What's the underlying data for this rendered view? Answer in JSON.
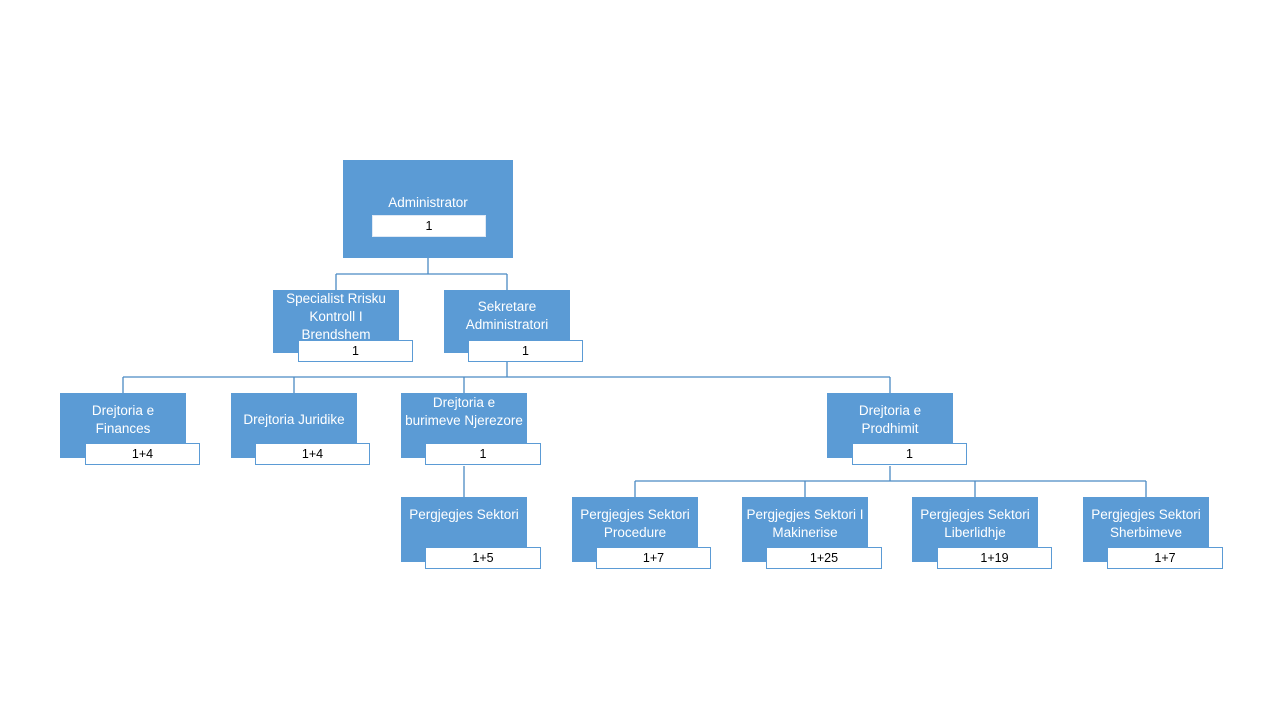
{
  "colors": {
    "box_fill": "#5b9bd5",
    "connector": "#4a8ac4",
    "count_bg": "#ffffff",
    "box_text": "#ffffff"
  },
  "nodes": [
    {
      "id": "administrator",
      "label": "Administrator",
      "count": "1"
    },
    {
      "id": "specialist",
      "label": "Specialist Rrisku Kontroll I Brendshem",
      "count": "1"
    },
    {
      "id": "sekretare",
      "label": "Sekretare Administratori",
      "count": "1"
    },
    {
      "id": "finances",
      "label": "Drejtoria e Finances",
      "count": "1+4"
    },
    {
      "id": "juridike",
      "label": "Drejtoria Juridike",
      "count": "1+4"
    },
    {
      "id": "burimeve",
      "label": "Drejtoria e burimeve Njerezore",
      "count": "1"
    },
    {
      "id": "prodhimit",
      "label": "Drejtoria e Prodhimit",
      "count": "1"
    },
    {
      "id": "sektori",
      "label": "Pergjegjes Sektori",
      "count": "1+5"
    },
    {
      "id": "procedure",
      "label": "Pergjegjes Sektori Procedure",
      "count": "1+7"
    },
    {
      "id": "makinerise",
      "label": "Pergjegjes Sektori I Makinerise",
      "count": "1+25"
    },
    {
      "id": "liberlidhje",
      "label": "Pergjegjes Sektori Liberlidhje",
      "count": "1+19"
    },
    {
      "id": "sherbimeve",
      "label": "Pergjegjes Sektori Sherbimeve",
      "count": "1+7"
    }
  ]
}
